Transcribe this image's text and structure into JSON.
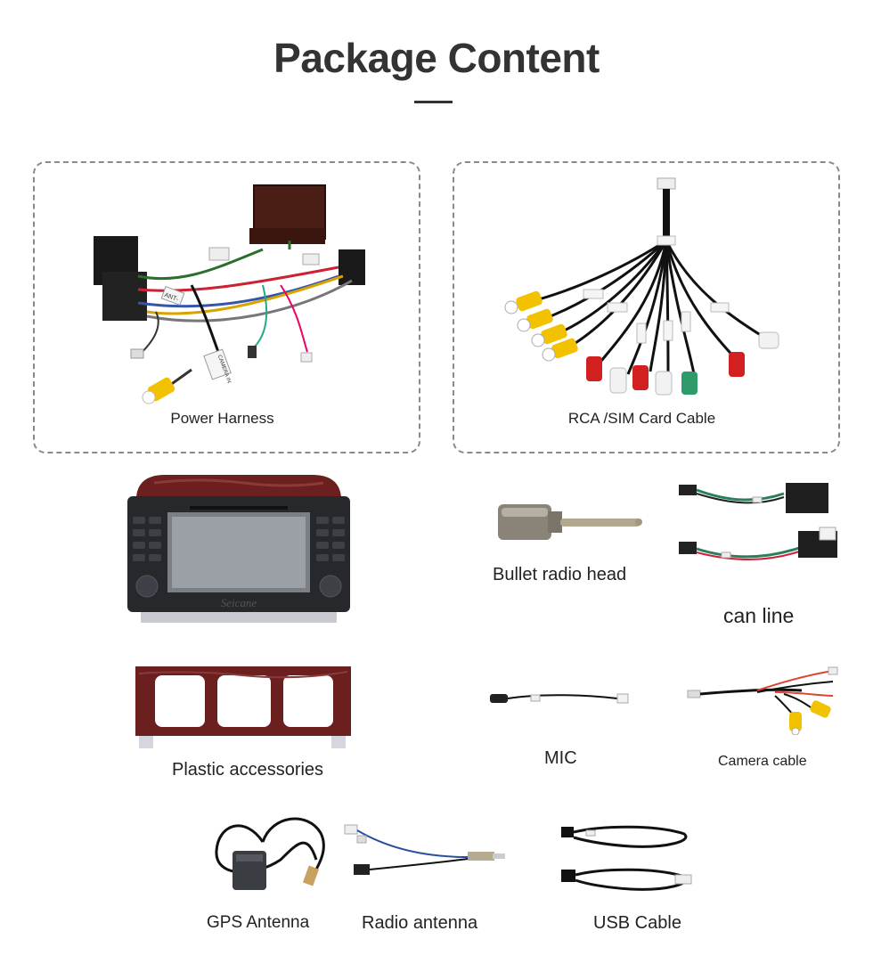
{
  "page": {
    "title": "Package Content"
  },
  "items": {
    "power_harness": "Power Harness",
    "rca_sim_cable": "RCA /SIM Card Cable",
    "bullet_radio_head": "Bullet radio head",
    "can_line": "can line",
    "plastic_accessories": "Plastic accessories",
    "mic": "MIC",
    "camera_cable": "Camera cable",
    "gps_antenna": "GPS Antenna",
    "radio_antenna": "Radio antenna",
    "usb_cable": "USB Cable"
  },
  "product_marks": {
    "head_unit_brand": "Seicane",
    "harness_tag_1": "ANT-",
    "harness_tag_2": "CAMERA IN"
  },
  "colors": {
    "wood": "#6b1f1f",
    "rca_yellow": "#f2c200",
    "rca_red": "#d21f1f",
    "rca_white": "#f2f2f2",
    "rca_green": "#2f9b6a",
    "dashed_border": "#8a8a8a"
  }
}
